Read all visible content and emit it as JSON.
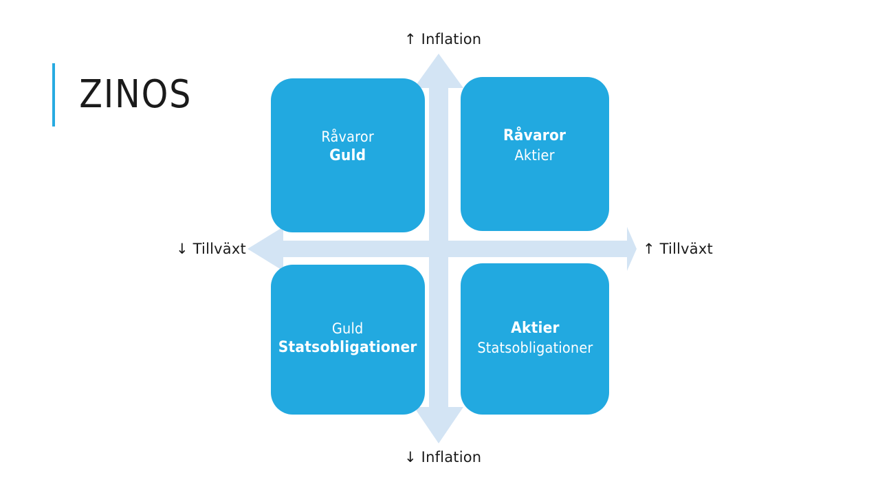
{
  "slide": {
    "title": "ZINOS",
    "background_color": "#FFFFFF",
    "accent_color": "#27AAE1",
    "box_color": "#22A9E0",
    "axis_color": "#D3E4F4",
    "text_color": "#1A1A1A"
  },
  "axes": {
    "top": {
      "arrow": "↑",
      "label": "Inflation",
      "full": "↑ Inflation"
    },
    "bottom": {
      "arrow": "↓",
      "label": "Inflation",
      "full": "↓ Inflation"
    },
    "left": {
      "arrow": "↓",
      "label": "Tillväxt",
      "full": "↓ Tillväxt"
    },
    "right": {
      "arrow": "↑",
      "label": "Tillväxt",
      "full": "↑ Tillväxt"
    }
  },
  "quadrants": [
    {
      "id": "top-left",
      "position": "high-inflation-low-growth",
      "lines": [
        {
          "text": "Råvaror",
          "emphasis": "regular"
        },
        {
          "text": "Guld",
          "emphasis": "bold"
        }
      ]
    },
    {
      "id": "top-right",
      "position": "high-inflation-high-growth",
      "lines": [
        {
          "text": "Råvaror",
          "emphasis": "bold"
        },
        {
          "text": "Aktier",
          "emphasis": "regular"
        }
      ]
    },
    {
      "id": "bottom-left",
      "position": "low-inflation-low-growth",
      "lines": [
        {
          "text": "Guld",
          "emphasis": "regular"
        },
        {
          "text": "Statsobligationer",
          "emphasis": "bold"
        }
      ]
    },
    {
      "id": "bottom-right",
      "position": "low-inflation-high-growth",
      "lines": [
        {
          "text": "Aktier",
          "emphasis": "bold"
        },
        {
          "text": "Statsobligationer",
          "emphasis": "regular"
        }
      ]
    }
  ]
}
